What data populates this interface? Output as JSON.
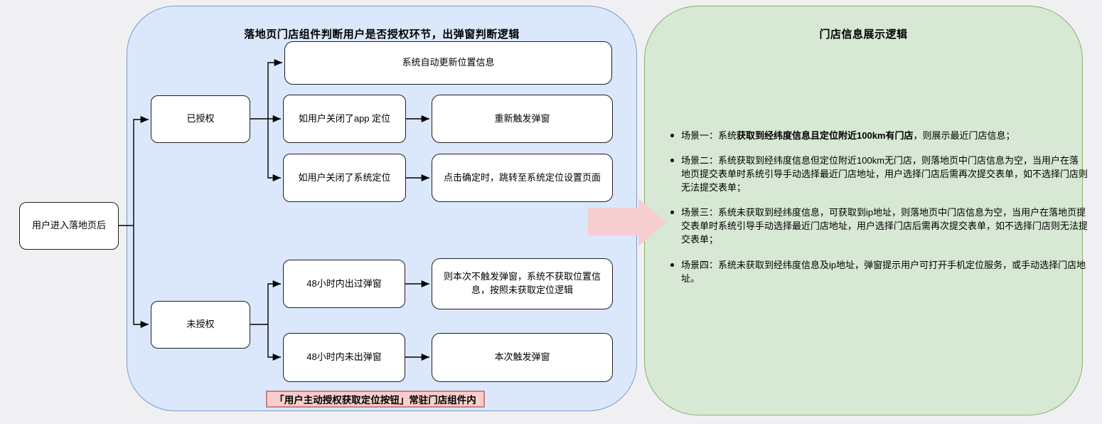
{
  "left_node": {
    "label": "用户进入落地页后"
  },
  "blue_panel": {
    "title": "落地页门店组件判断用户是否授权环节，出弹窗判断逻辑",
    "nodes": {
      "authorized": "已授权",
      "unauthorized": "未授权",
      "auto_update_location": "系统自动更新位置信息",
      "app_location_off": "如用户关闭了app 定位",
      "retrigger_popup": "重新触发弹窗",
      "system_location_off": "如用户关闭了系统定位",
      "jump_to_settings": "点击确定时，跳转至系统定位设置页面",
      "popup_shown_within_48h": "48小时内出过弹窗",
      "no_popup_this_time": "则本次不触发弹窗，系统不获取位置信息，按照未获取定位逻辑",
      "no_popup_within_48h": "48小时内未出弹窗",
      "trigger_popup_this_time": "本次触发弹窗"
    },
    "footnote": "「用户主动授权获取定位按钮」常驻门店组件内"
  },
  "green_panel": {
    "title": "门店信息展示逻辑",
    "scenarios": [
      {
        "prefix": "场景一：系统",
        "bold": "获取到经纬度信息且定位附近100km有门店",
        "suffix": "，则展示最近门店信息；"
      },
      {
        "prefix": "场景二：系统获取到经纬度信息但定位附近100km无门店，则落地页中门店信息为空，当用户在落地页提交表单时系统引导手动选择最近门店地址，用户选择门店后需再次提交表单，如不选择门店则无法提交表单；"
      },
      {
        "prefix": "场景三：系统未获取到经纬度信息，可获取到ip地址，则落地页中门店信息为空，当用户在落地页提交表单时系统引导手动选择最近门店地址，用户选择门店后需再次提交表单，如不选择门店则无法提交表单；"
      },
      {
        "prefix": "场景四：系统未获取到经纬度信息及ip地址，弹窗提示用户可打开手机定位服务，或手动选择门店地址。"
      }
    ]
  },
  "colors": {
    "blue_panel_fill": "#dbe8fc",
    "blue_panel_border": "#7d9ac9",
    "green_panel_fill": "#d7e8d4",
    "green_panel_border": "#85b368",
    "node_fill": "#ffffff",
    "node_border": "#1f1f1f",
    "pink_fill": "#f8cecc",
    "pink_border": "#cd7e7c",
    "page_background": "#f0f0f2"
  }
}
